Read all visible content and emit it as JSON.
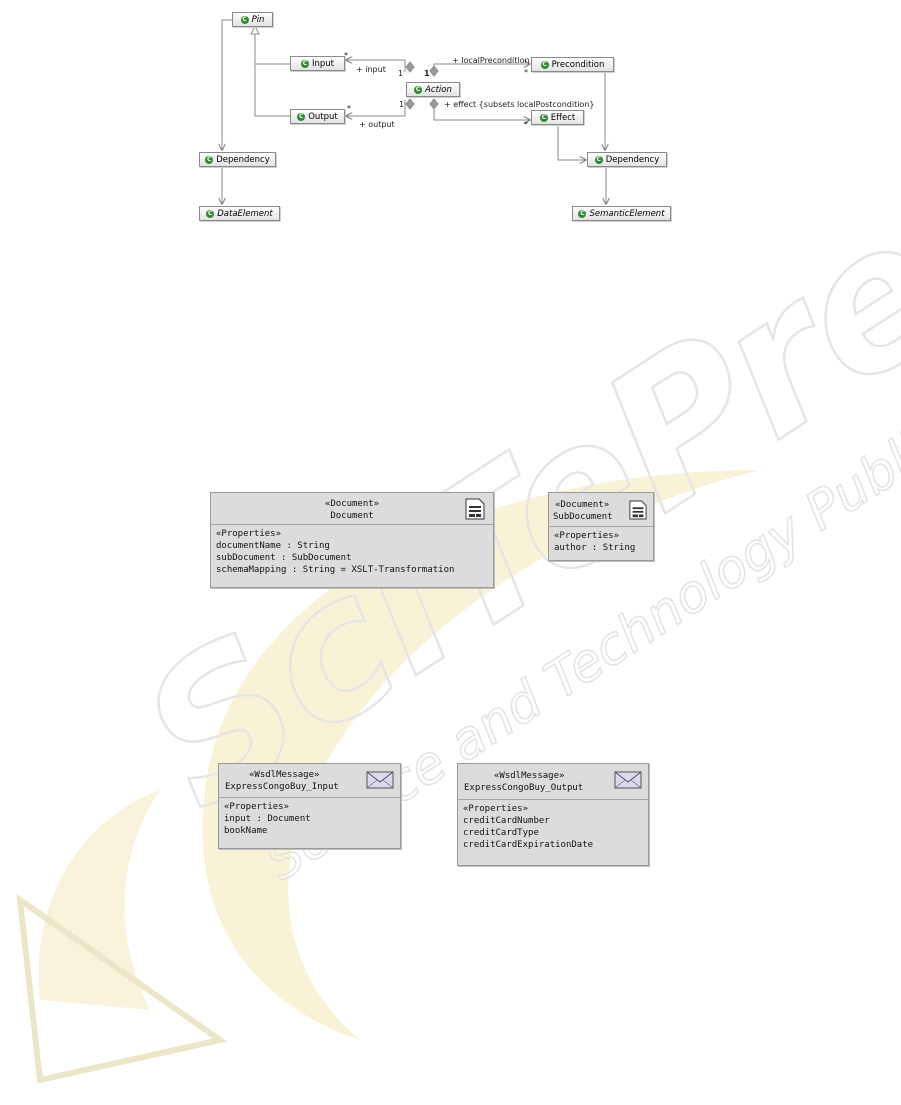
{
  "watermark": {
    "line1": "SciTePress",
    "line2": "Science and Technology Publications"
  },
  "uml": {
    "classes": {
      "pin": "Pin",
      "input": "Input",
      "output": "Output",
      "action": "Action",
      "precondition": "Precondition",
      "effect": "Effect",
      "dependency_left": "Dependency",
      "dependency_right": "Dependency",
      "data_element": "DataElement",
      "semantic_element": "SemanticElement"
    },
    "class_icon": "C",
    "labels": {
      "input_role": "+ input",
      "input_mult": "*",
      "output_role": "+ output",
      "output_mult": "*",
      "action_input_mult": "1",
      "action_output_mult": "1",
      "action_pre_mult": "1",
      "precondition_role": "+ localPrecondition",
      "precondition_mult": "*",
      "effect_role": "+ effect {subsets localPostcondition}",
      "effect_mult": "*"
    }
  },
  "documents": {
    "document": {
      "stereotype": "«Document»",
      "name": "Document",
      "properties_header": "«Properties»",
      "properties": [
        "documentName : String",
        "subDocument : SubDocument",
        "schemaMapping : String = XSLT-Transformation"
      ],
      "icon": "document-icon"
    },
    "subdocument": {
      "stereotype": "«Document»",
      "name": "SubDocument",
      "properties_header": "«Properties»",
      "properties": [
        "author : String"
      ],
      "icon": "document-icon"
    }
  },
  "messages": {
    "input": {
      "stereotype": "«WsdlMessage»",
      "name": "ExpressCongoBuy_Input",
      "properties_header": "«Properties»",
      "properties": [
        "input : Document",
        "bookName"
      ],
      "icon": "envelope-icon"
    },
    "output": {
      "stereotype": "«WsdlMessage»",
      "name": "ExpressCongoBuy_Output",
      "properties_header": "«Properties»",
      "properties": [
        "creditCardNumber",
        "creditCardType",
        "creditCardExpirationDate"
      ],
      "icon": "envelope-icon"
    }
  }
}
